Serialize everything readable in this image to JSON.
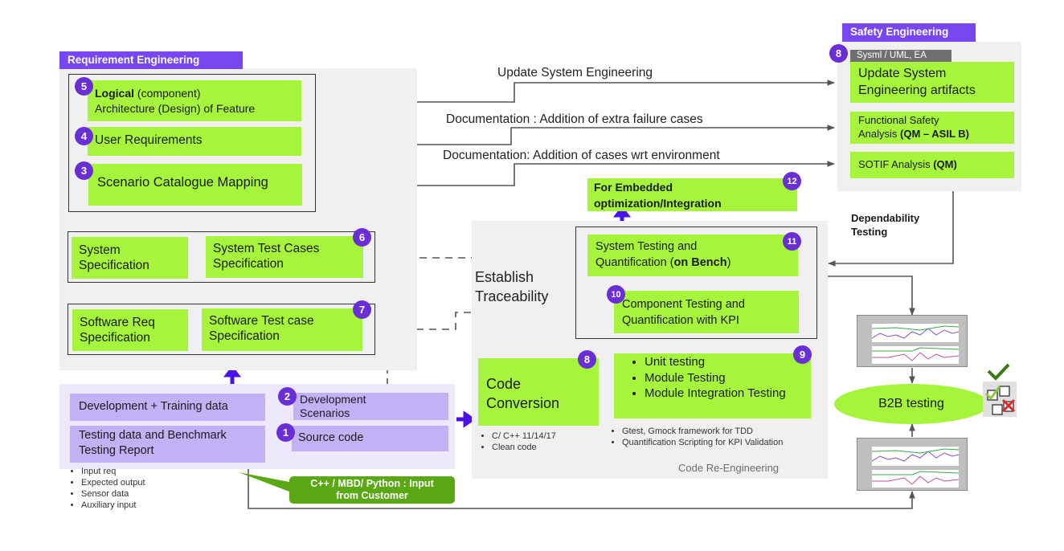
{
  "requirement_engineering": {
    "header": "Requirement Engineering",
    "items": [
      {
        "badge": "5",
        "bold": "Logical",
        "text_a": " (component)",
        "text_b": "Architecture (Design) of Feature"
      },
      {
        "badge": "4",
        "text": "User Requirements"
      },
      {
        "badge": "3",
        "text": "Scenario Catalogue Mapping"
      }
    ],
    "system_row": {
      "badge": "6",
      "left": [
        "System",
        "Specification"
      ],
      "right": [
        "System Test Cases",
        "Specification"
      ]
    },
    "software_row": {
      "badge": "7",
      "left": [
        "Software Req",
        "Specification"
      ],
      "right": [
        "Software Test case",
        "Specification"
      ]
    }
  },
  "data_inputs": {
    "dev_training": "Development + Training data",
    "testing_data": [
      "Testing data and Benchmark",
      "Testing  Report"
    ],
    "bullets": [
      "Input req",
      "Expected output",
      "Sensor data",
      "Auxiliary input"
    ],
    "dev_scenarios": {
      "badge": "2",
      "lines": [
        "Development",
        "Scenarios"
      ]
    },
    "source_code": {
      "badge": "1",
      "text": "Source code"
    },
    "callout": [
      "C++ / MBD/ Python : Input",
      "from  Customer"
    ]
  },
  "connectors": {
    "update_system_engineering": "Update System Engineering",
    "doc_failure_cases": "Documentation : Addition of extra failure cases",
    "doc_environment": "Documentation: Addition of cases wrt environment",
    "establish_traceability": [
      "Establish",
      "Traceability"
    ],
    "dependability_testing": [
      "Dependability",
      "Testing"
    ]
  },
  "safety_engineering": {
    "header": "Safety Engineering",
    "badge": "8",
    "tool_tag": "Sysml / UML, EA",
    "items": [
      {
        "lines": [
          "Update System",
          "Engineering artifacts"
        ]
      },
      {
        "line1": "Functional Safety",
        "line2_plain": "Analysis ",
        "line2_bold": "(QM – ASIL B)"
      },
      {
        "plain": "SOTIF Analysis ",
        "bold": "(QM)"
      }
    ]
  },
  "code_reengineering": {
    "label": "Code Re-Engineering",
    "embedded": {
      "badge": "12",
      "lines": [
        "For Embedded",
        "optimization/Integration"
      ]
    },
    "system_testing": {
      "badge": "11",
      "line1": "System Testing and",
      "line2_plain": "Quantification (",
      "line2_bold": "on Bench",
      "line2_end": ")"
    },
    "component_testing": {
      "badge": "10",
      "lines": [
        "Component Testing and",
        "Quantification with KPI"
      ]
    },
    "code_conversion": {
      "badge": "8",
      "lines": [
        "Code",
        "Conversion"
      ],
      "notes": [
        "C/ C++ 11/14/17",
        "Clean code"
      ]
    },
    "unit_tests": {
      "badge": "9",
      "items": [
        "Unit testing",
        "Module Testing",
        "Module Integration Testing"
      ],
      "notes": [
        "Gtest, Gmock framework for TDD",
        "Quantification Scripting for KPI Validation"
      ]
    }
  },
  "b2b": {
    "label": "B2B testing",
    "checklist_icon": "checklist-icon",
    "plot_icon": "plot-window-icon"
  }
}
